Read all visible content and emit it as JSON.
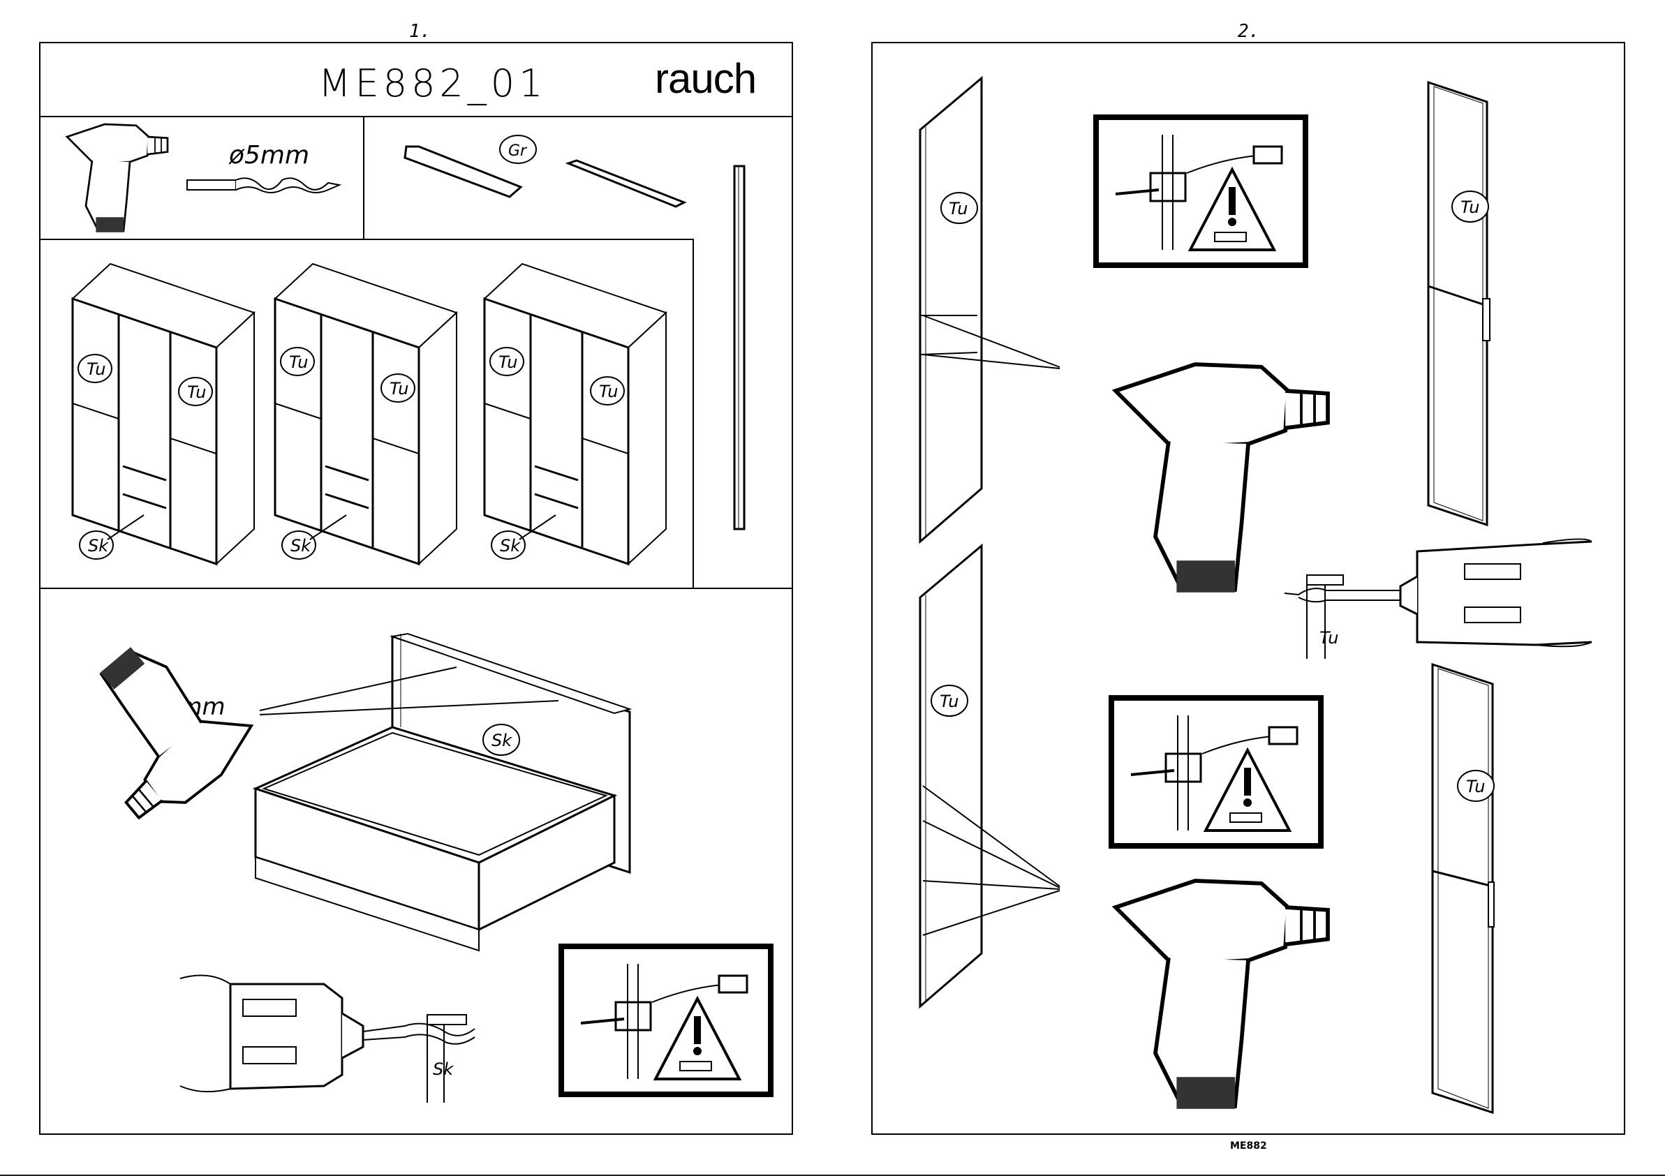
{
  "pages": {
    "left_number": "1.",
    "right_number": "2."
  },
  "header": {
    "model_code": "ME882_01",
    "brand": "rauch"
  },
  "labels": {
    "drill_bit_top": "ø5mm",
    "drill_bit_step": "ø5mm",
    "handle_group": "Gr",
    "door": "Tu",
    "drawer": "Sk"
  },
  "footer": {
    "code": "ME882"
  },
  "icons": [
    "cordless-drill-icon",
    "drill-bit-icon",
    "handle-icon",
    "warning-triangle-icon",
    "wardrobe-icon",
    "drawer-icon",
    "door-panel-icon"
  ]
}
